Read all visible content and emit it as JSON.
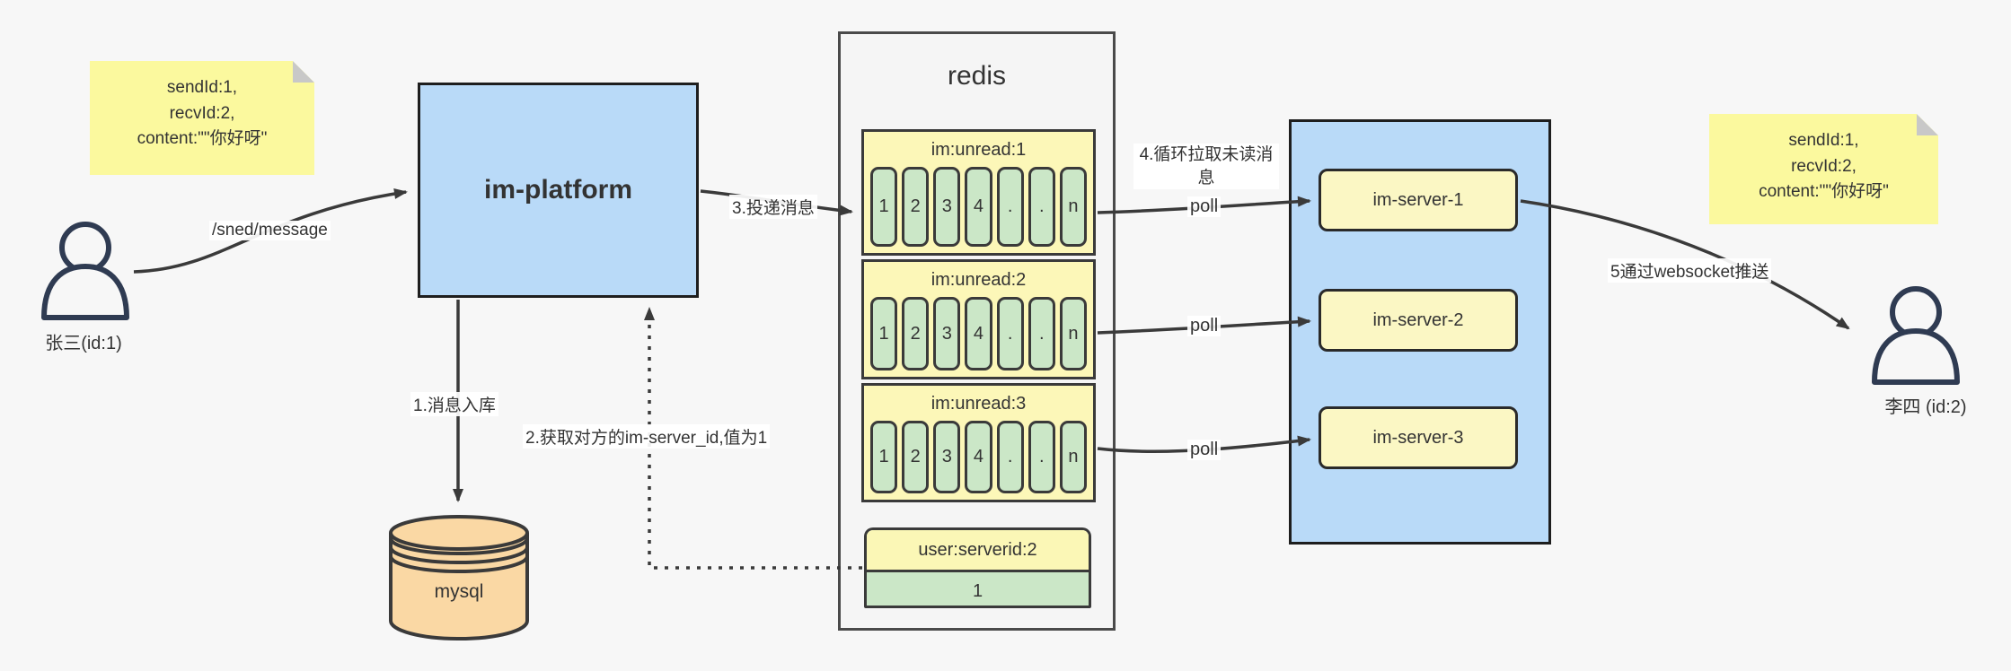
{
  "colors": {
    "background": "#f7f7f7",
    "container_blue": "#b9daf8",
    "note_yellow": "#fbf99e",
    "box_yellow": "#fcf7b8",
    "cell_green": "#cbe7c7",
    "db_orange": "#fad8a4",
    "stroke_dark": "#3a3a3a"
  },
  "sender": {
    "name": "张三(id:1)",
    "note_lines": [
      "sendId:1,",
      "recvId:2,",
      "content:\"\"你好呀\""
    ]
  },
  "receiver": {
    "name": "李四 (id:2)",
    "note_lines": [
      "sendId:1,",
      "recvId:2,",
      "content:\"\"你好呀\""
    ]
  },
  "platform": {
    "label": "im-platform"
  },
  "database": {
    "label": "mysql"
  },
  "redis": {
    "title": "redis",
    "queues": [
      {
        "name": "im:unread:1",
        "cells": [
          "1",
          "2",
          "3",
          "4",
          ".",
          ".",
          "n"
        ]
      },
      {
        "name": "im:unread:2",
        "cells": [
          "1",
          "2",
          "3",
          "4",
          ".",
          ".",
          "n"
        ]
      },
      {
        "name": "im:unread:3",
        "cells": [
          "1",
          "2",
          "3",
          "4",
          ".",
          ".",
          "n"
        ]
      }
    ],
    "mapping": {
      "name": "user:serverid:2",
      "value": "1"
    }
  },
  "server_cluster": {
    "servers": [
      {
        "label": "im-server-1"
      },
      {
        "label": "im-server-2"
      },
      {
        "label": "im-server-3"
      }
    ]
  },
  "edge_labels": {
    "send_api": "/sned/message",
    "step1": "1.消息入库",
    "step2": "2.获取对方的im-server_id,值为1",
    "step3": "3.投递消息",
    "step4": "4.循环拉取未读消息",
    "step5": "5通过websocket推送",
    "poll": "poll"
  }
}
